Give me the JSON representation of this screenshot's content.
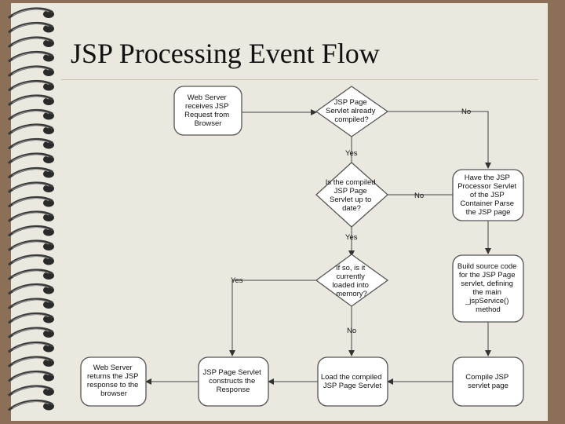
{
  "title": "JSP Processing Event Flow",
  "nodes": {
    "web_server_receives": [
      "Web Server",
      "receives JSP",
      "Request from",
      "Browser"
    ],
    "already_compiled": [
      "JSP Page",
      "Servlet already",
      "compiled?"
    ],
    "up_to_date": [
      "Is the compiled",
      "JSP Page",
      "Servlet up to",
      "date?"
    ],
    "loaded_in_memory": [
      "If so, is it",
      "currently",
      "loaded into",
      "memory?"
    ],
    "parse_jsp": [
      "Have the JSP",
      "Processor Servlet",
      "of the JSP",
      "Container Parse",
      "the JSP page"
    ],
    "build_source": [
      "Build source code",
      "for the JSP Page",
      "servlet, defining",
      "the main",
      "_jspService()",
      "method"
    ],
    "compile_jsp": [
      "Compile JSP",
      "servlet page"
    ],
    "load_compiled": [
      "Load the compiled",
      "JSP Page Servlet"
    ],
    "construct_response": [
      "JSP Page Servlet",
      "constructs the",
      "Response"
    ],
    "return_response": [
      "Web Server",
      "returns the JSP",
      "response to the",
      "browser"
    ]
  },
  "edge_labels": {
    "no_1": "No",
    "yes_1": "Yes",
    "no_2": "No",
    "yes_2": "Yes",
    "yes_3": "Yes",
    "no_3": "No"
  }
}
